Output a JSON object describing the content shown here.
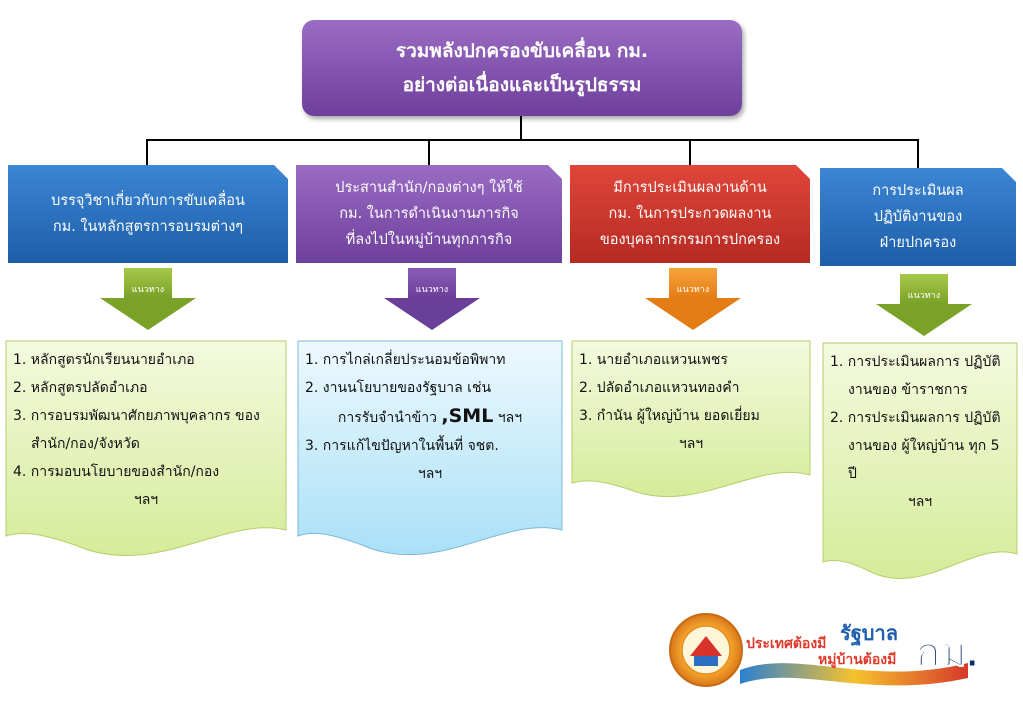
{
  "root": {
    "line1": "รวมพลังปกครองขับเคลื่อน กม.",
    "line2": "อย่างต่อเนื่องและเป็นรูปธรรม"
  },
  "branches": [
    {
      "lines": [
        "บรรจุวิชาเกี่ยวกับการขับเคลื่อน",
        "กม. ในหลักสูตรการอบรมต่างๆ"
      ],
      "arrow_label": "แนวทาง",
      "items": [
        "1. หลักสูตรนักเรียนนายอำเภอ",
        "2. หลักสูตรปลัดอำเภอ",
        "3. การอบรมพัฒนาศักยภาพบุคลากร ของสำนัก/กอง/จังหวัด",
        "4. การมอบนโยบายของสำนัก/กอง"
      ],
      "etc": "ฯลฯ"
    },
    {
      "lines": [
        "ประสานสำนัก/กองต่างๆ ให้ใช้",
        "กม. ในการดำเนินงานภารกิจ",
        "ที่ลงไปในหมู่บ้านทุกภารกิจ"
      ],
      "arrow_label": "แนวทาง",
      "items": [
        "1. การไกล่เกลี่ยประนอมข้อพิพาท",
        "2. งานนโยบายของรัฐบาล เช่น",
        "3. การแก้ไขปัญหาในพื้นที่ จชต."
      ],
      "item2_cont_a": "การรับจำนำข้าว ",
      "item2_cont_sml": ",SML",
      "item2_cont_b": " ฯลฯ",
      "etc": "ฯลฯ"
    },
    {
      "lines": [
        "มีการประเมินผลงานด้าน",
        "กม. ในการประกวดผลงาน",
        "ของบุคลากรกรมการปกครอง"
      ],
      "arrow_label": "แนวทาง",
      "items": [
        "1. นายอำเภอแหวนเพชร",
        "2. ปลัดอำเภอแหวนทองคำ",
        "3. กำนัน ผู้ใหญ่บ้าน ยอดเยี่ยม"
      ],
      "etc": "ฯลฯ"
    },
    {
      "lines": [
        "การประเมินผล",
        "ปฏิบัติงานของ",
        "ฝ่ายปกครอง"
      ],
      "arrow_label": "แนวทาง",
      "items": [
        "1. การประเมินผลการ ปฏิบัติงานของ ข้าราชการ",
        "2. การประเมินผลการ ปฏิบัติงานของ ผู้ใหญ่บ้าน ทุก 5 ปี"
      ],
      "etc": "ฯลฯ"
    }
  ],
  "logo": {
    "text1": "ประเทศต้องมี",
    "text2": "รัฐบาล",
    "text3": "หมู่บ้านต้องมี",
    "text4": "กม."
  },
  "colors": {
    "purple": "#7d4fab",
    "blue": "#2a6fbe",
    "red": "#c8342b",
    "green_arrow": "#8ab534",
    "orange_arrow": "#ee8b20",
    "note_green": "#eaf5c7",
    "note_blue": "#c9ecfa"
  }
}
